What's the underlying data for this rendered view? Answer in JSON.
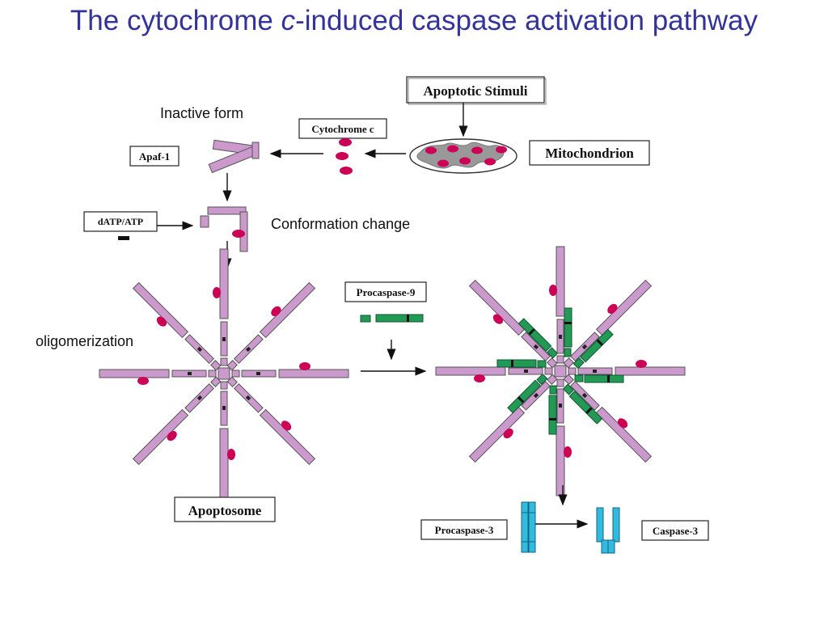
{
  "title": {
    "before": "The cytochrome ",
    "italic": "c",
    "after": "-induced caspase activation pathway"
  },
  "labels": {
    "apoptotic_stimuli": "Apoptotic Stimuli",
    "mitochondrion": "Mitochondrion",
    "cytochrome_c": "Cytochrome c",
    "apaf1": "Apaf-1",
    "datp_atp": "dATP/ATP",
    "procaspase9": "Procaspase-9",
    "apoptosome": "Apoptosome",
    "procaspase3": "Procaspase-3",
    "caspase3": "Caspase-3"
  },
  "annotations": {
    "inactive_form": "Inactive form",
    "conformation_change": "Conformation change",
    "oligomerization": "oligomerization"
  },
  "colors": {
    "title": "#33339a",
    "apaf_fill": "#cc99cc",
    "cytochrome_fill": "#cc0055",
    "caspase9_fill": "#229955",
    "caspase3_fill": "#33bbdd",
    "mito_fill": "#999999"
  }
}
